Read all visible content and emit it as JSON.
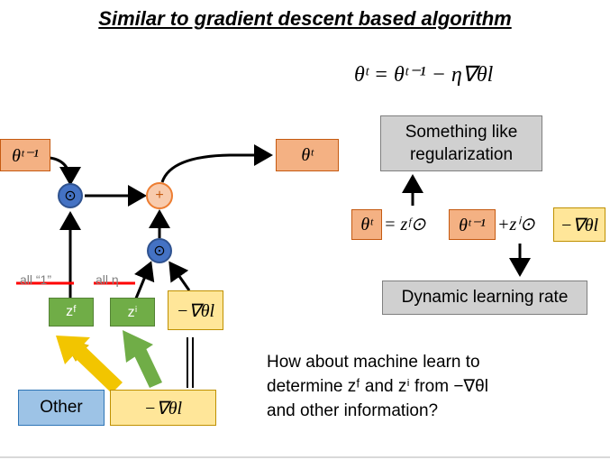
{
  "title": "Similar to gradient descent based algorithm",
  "equation_top": "θᵗ = θᵗ⁻¹ − η∇θl",
  "diagram": {
    "theta_prev": "θᵗ⁻¹",
    "theta_next": "θᵗ",
    "node_elementwise": "⊙",
    "node_plus": "+",
    "zf": "zᶠ",
    "zi": "zⁱ",
    "neg_grad": "−∇θl",
    "all_one": "all “1”",
    "all_eta": "all η",
    "other": "Other",
    "neg_grad_input": "−∇θl",
    "parallel": "‖"
  },
  "right": {
    "regularization": "Something like regularization",
    "dynamic_lr": "Dynamic learning rate",
    "eq_theta_t": "θᵗ",
    "eq_equals_zf": "= zᶠ⊙",
    "eq_theta_prev": "θᵗ⁻¹",
    "eq_plus_zi": "+zⁱ⊙",
    "eq_neg_grad": "−∇θl"
  },
  "question": {
    "line1": "How about machine learn to",
    "line2": "determine zᶠ and zⁱ from −∇θl",
    "line3": "and other information?"
  },
  "colors": {
    "salmon": "#f4b183",
    "green": "#70ad47",
    "yellow": "#ffe699",
    "blue": "#9dc3e6",
    "gray": "#d0d0d0",
    "node_blue": "#4472c4",
    "strike_red": "#ff0000"
  }
}
